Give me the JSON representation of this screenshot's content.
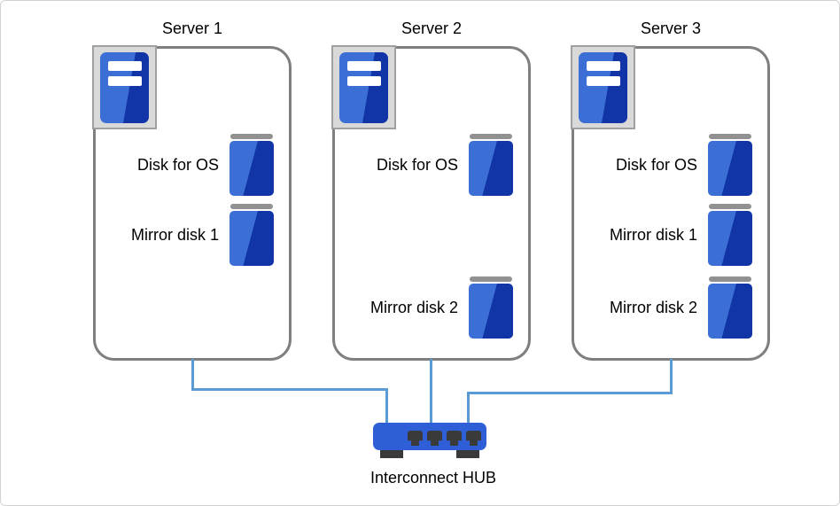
{
  "servers": [
    {
      "title": "Server 1",
      "icon": "server-tower-icon",
      "disks": [
        {
          "label": "Disk for OS"
        },
        {
          "label": "Mirror disk 1"
        }
      ]
    },
    {
      "title": "Server 2",
      "icon": "server-tower-icon",
      "disks": [
        {
          "label": "Disk for OS"
        },
        {
          "label": "Mirror disk 2"
        }
      ]
    },
    {
      "title": "Server 3",
      "icon": "server-tower-icon",
      "disks": [
        {
          "label": "Disk for OS"
        },
        {
          "label": "Mirror disk 1"
        },
        {
          "label": "Mirror disk 2"
        }
      ]
    }
  ],
  "hub": {
    "label": "Interconnect HUB",
    "icon": "network-hub-icon",
    "port_count": 4
  },
  "connections": [
    {
      "from": "Server 1",
      "to": "Interconnect HUB"
    },
    {
      "from": "Server 2",
      "to": "Interconnect HUB"
    },
    {
      "from": "Server 3",
      "to": "Interconnect HUB"
    }
  ],
  "colors": {
    "canvas_border": "#d2d2d2",
    "box_border": "#7f7f7f",
    "line": "#5b9bd5",
    "hub_blue": "#2e5fd6",
    "disk_light": "#3b6fd6",
    "disk_dark": "#1134a6",
    "cap_gray": "#919191",
    "frame_fill": "#d9d9d9",
    "frame_border": "#a0a0a0",
    "port_dark": "#3a3a3a"
  }
}
